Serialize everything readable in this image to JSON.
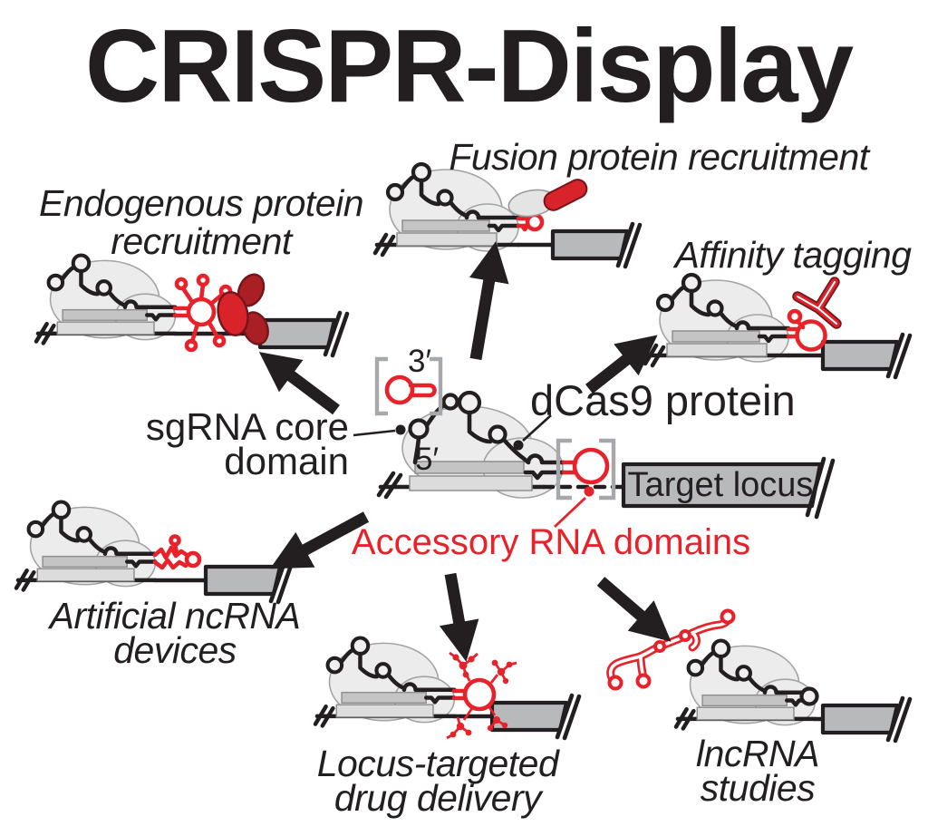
{
  "title": "CRISPR-Display",
  "palette": {
    "black": "#231f20",
    "red": "#e8222a",
    "dark_red": "#a91f24",
    "blob_gray": "#ececec",
    "box_gray": "#b7b9bb",
    "bracket_gray": "#a6a8ab"
  },
  "center": {
    "three_prime": "3′",
    "five_prime": "5′",
    "sgrna_core_lines": [
      "sgRNA core",
      "domain"
    ],
    "dcas9_label": "dCas9 protein",
    "target_locus": "Target locus",
    "accessory_label": "Accessory RNA domains"
  },
  "applications": [
    {
      "name": "endogenous-protein-recruitment",
      "lines": [
        "Endogenous protein",
        "recruitment"
      ]
    },
    {
      "name": "fusion-protein-recruitment",
      "lines": [
        "Fusion protein recruitment"
      ]
    },
    {
      "name": "affinity-tagging",
      "lines": [
        "Affinity tagging"
      ]
    },
    {
      "name": "artificial-ncrna-devices",
      "lines": [
        "Artificial ncRNA",
        "devices"
      ]
    },
    {
      "name": "locus-targeted-drug-delivery",
      "lines": [
        "Locus-targeted",
        "drug delivery"
      ]
    },
    {
      "name": "lncrna-studies",
      "lines": [
        "lncRNA",
        "studies"
      ]
    }
  ]
}
